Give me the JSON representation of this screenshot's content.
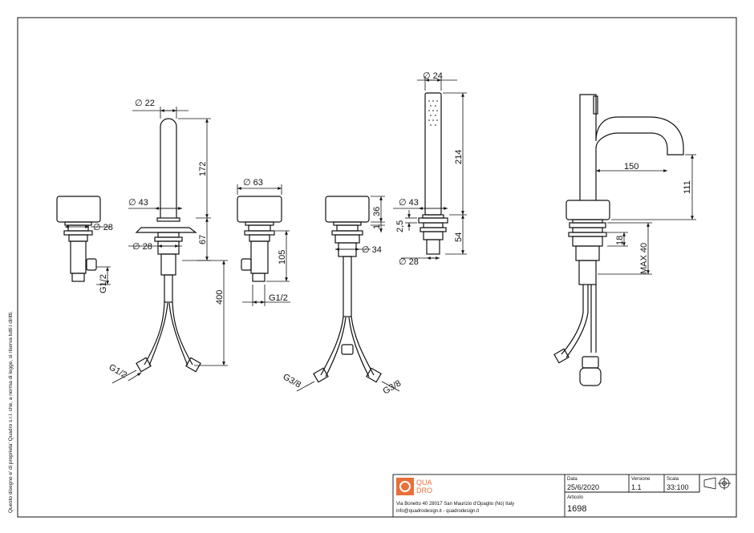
{
  "side_note": "Questo disegno e' di proprieta' Quadro s.r.l. che, a norma di legge, si riserva tutti i diritti.",
  "dims": {
    "d22": "∅ 22",
    "d43a": "∅ 43",
    "d28a": "∅ 28",
    "d28b": "∅ 28",
    "g12a": "G1/2",
    "g12b": "G1/2",
    "d63": "∅ 63",
    "d105": "105",
    "g12c": "G1/2",
    "h172": "172",
    "h67": "67",
    "h400": "400",
    "h36": "36",
    "h1": "1",
    "d34": "∅ 34",
    "g38a": "G3/8",
    "g38b": "G3/8",
    "d24": "∅ 24",
    "h214": "214",
    "d43b": "∅ 43",
    "h25": "2,5",
    "h54": "54",
    "d28c": "∅ 28",
    "w150": "150",
    "h111": "111",
    "h18": "18",
    "max40": "MAX 40"
  },
  "title_block": {
    "logo_top": "QUA",
    "logo_bottom": "DRO",
    "address": "Via Bonetto 40  28017 San Maurizio d'Opaglio (No) Italy",
    "contacts": "info@quadrodesign.it  -  quadrodesign.it",
    "data_label": "Data",
    "data_value": "25/6/2020",
    "versione_label": "Versione",
    "versione_value": "1.1",
    "scala_label": "Scala",
    "scala_value": "33:100",
    "articolo_label": "Articolo",
    "articolo_value": "1698"
  }
}
